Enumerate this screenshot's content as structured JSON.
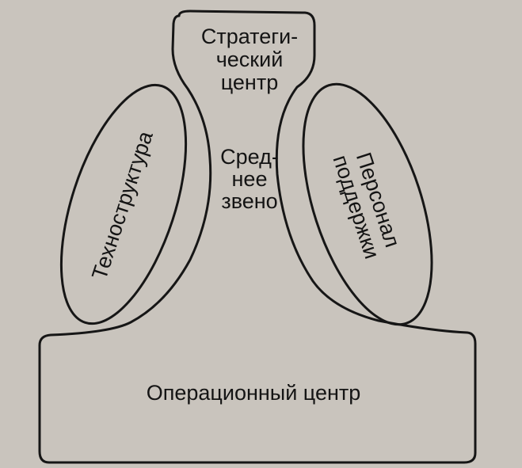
{
  "diagram": {
    "strategic_apex": {
      "line1": "Стратеги-",
      "line2": "ческий",
      "line3": "центр"
    },
    "middle_line": {
      "line1": "Сред-",
      "line2": "нее",
      "line3": "звено"
    },
    "technostructure": {
      "label": "Техноструктура"
    },
    "support_staff": {
      "line1": "Персонал",
      "line2": "поддержки"
    },
    "operating_core": {
      "label": "Операционный центр"
    }
  }
}
